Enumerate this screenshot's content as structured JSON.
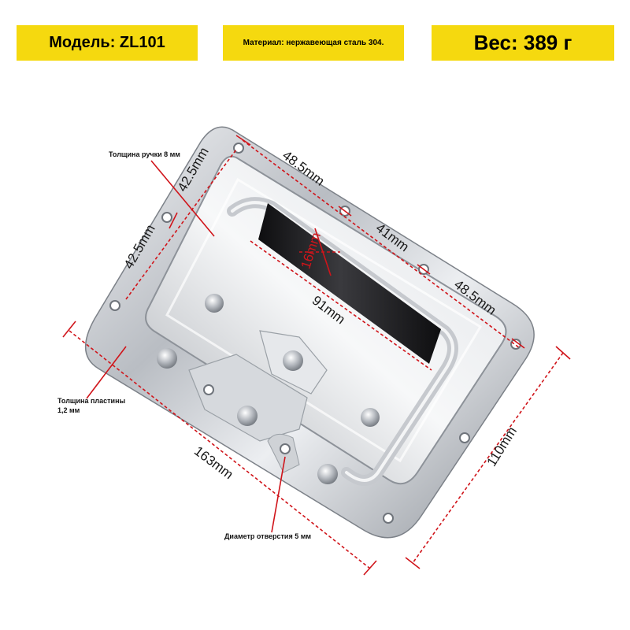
{
  "badges": {
    "model": "Модель: ZL101",
    "material": "Материал: нержавеющая сталь 304.",
    "weight": "Вес: 389 г"
  },
  "dimensions": {
    "top_left": "48.5mm",
    "top_middle": "41mm",
    "top_right": "48.5mm",
    "left_upper": "42.5mm",
    "left_lower": "42.5mm",
    "handle_length": "91mm",
    "handle_diameter": "16mm",
    "overall_length": "163mm",
    "overall_width": "110mm"
  },
  "notes": {
    "handle_thickness": "Толщина ручки 8 мм",
    "plate_thickness_line1": "Толщина пластины",
    "plate_thickness_line2": "1,2 мм",
    "hole_diameter": "Диаметр отверстия 5 мм"
  },
  "colors": {
    "badge": "#f5d90f",
    "dimension_line": "#d0141a",
    "metal": "#c9ccd1",
    "grip": "#1c1c1e"
  }
}
